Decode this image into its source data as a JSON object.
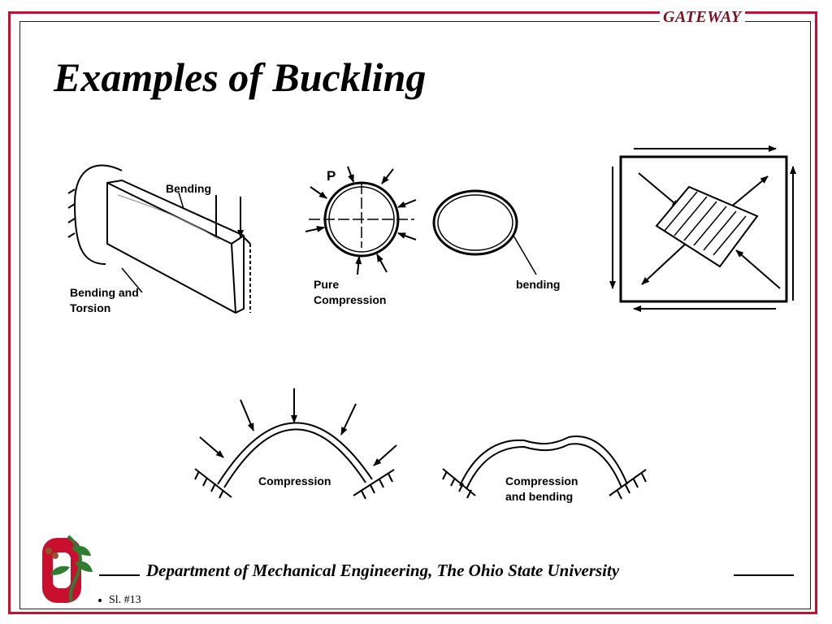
{
  "header": {
    "brand": "GATEWAY"
  },
  "slide": {
    "title": "Examples of Buckling"
  },
  "figures": {
    "beam": {
      "label_top": "Bending",
      "label_bottom_1": "Bending and",
      "label_bottom_2": "Torsion"
    },
    "ring": {
      "load_label": "P",
      "label_1": "Pure",
      "label_2": "Compression"
    },
    "ellipse": {
      "label": "bending"
    },
    "arch_left": {
      "label": "Compression"
    },
    "arch_right": {
      "label_1": "Compression",
      "label_2": "and bending"
    }
  },
  "footer": {
    "department": "Department of Mechanical Engineering, The Ohio State University",
    "slide_number": "Sl. #13"
  },
  "colors": {
    "frame": "#c8102e",
    "brand_text": "#7a1020",
    "logo_red": "#c8102e",
    "logo_green": "#2e7d32"
  }
}
